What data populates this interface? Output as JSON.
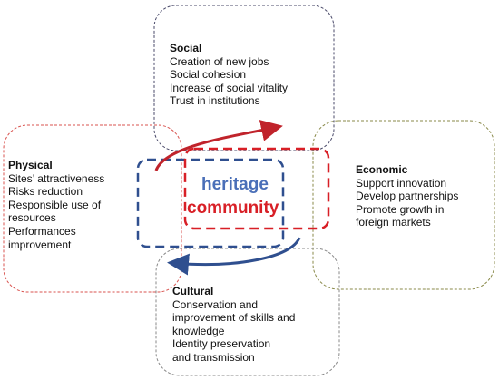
{
  "center": {
    "word1": "heritage",
    "word2": "community"
  },
  "social": {
    "title": "Social",
    "lines": [
      "Creation of new jobs",
      "Social cohesion",
      "Increase of social vitality",
      "Trust in institutions"
    ]
  },
  "physical": {
    "title": "Physical",
    "lines": [
      "Sites’ attractiveness",
      "Risks reduction",
      "Responsible use of",
      "resources",
      "Performances",
      "improvement"
    ]
  },
  "economic": {
    "title": "Economic",
    "lines": [
      "Support innovation",
      "Develop partnerships",
      "Promote growth in",
      "foreign markets"
    ]
  },
  "cultural": {
    "title": "Cultural",
    "lines": [
      "Conservation and",
      "improvement of skills and",
      "knowledge",
      "Identity preservation",
      "and transmission"
    ]
  },
  "colors": {
    "social_border": "#4a4a6a",
    "physical_border": "#d9534f",
    "economic_border": "#8a8a4a",
    "cultural_border": "#8a8a8a",
    "heritage_blue": "#2f4f8f",
    "community_red": "#d81f26"
  }
}
